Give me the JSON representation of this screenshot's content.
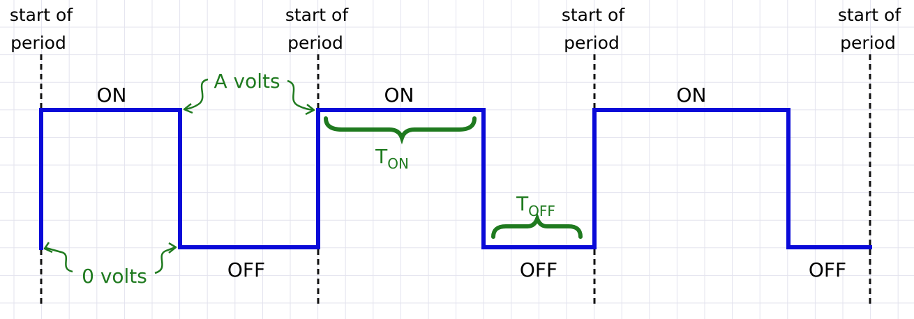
{
  "diagram": {
    "period_markers": [
      {
        "line1": "start of",
        "line2": "period"
      },
      {
        "line1": "start of",
        "line2": "period"
      },
      {
        "line1": "start of",
        "line2": "period"
      },
      {
        "line1": "start of",
        "line2": "period"
      }
    ],
    "on_labels": [
      "ON",
      "ON",
      "ON"
    ],
    "off_labels": [
      "OFF",
      "OFF",
      "OFF"
    ],
    "high_level_label": "A volts",
    "low_level_label": "0 volts",
    "t_on": {
      "main": "T",
      "sub": "ON"
    },
    "t_off": {
      "main": "T",
      "sub": "OFF"
    },
    "colors": {
      "waveform": "#0a0ad8",
      "annotation": "#1f7a1f",
      "grid": "#e3e3ee",
      "marker": "#111111",
      "text": "#000000"
    }
  }
}
